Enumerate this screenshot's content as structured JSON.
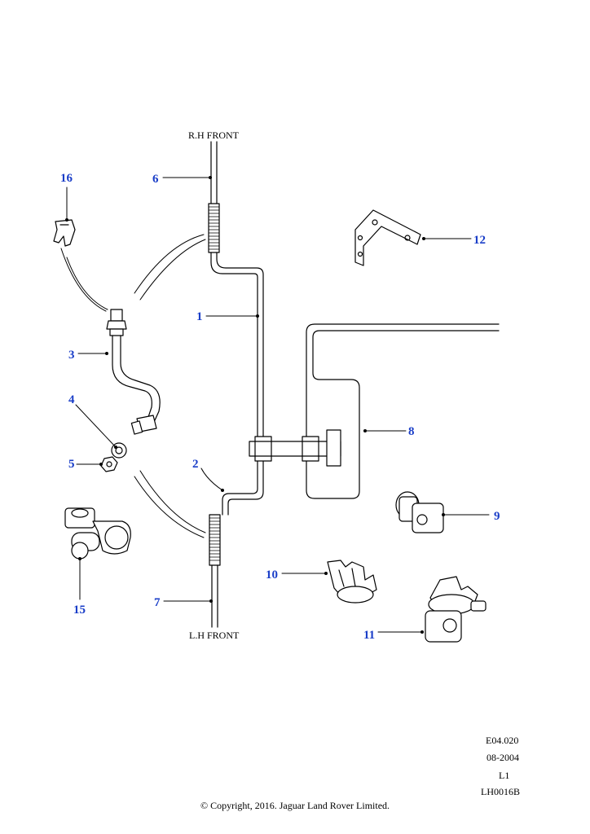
{
  "labels": {
    "rh_front": "R.H FRONT",
    "lh_front": "L.H FRONT"
  },
  "callouts": [
    {
      "id": "1",
      "text": "1"
    },
    {
      "id": "2",
      "text": "2"
    },
    {
      "id": "3",
      "text": "3"
    },
    {
      "id": "4",
      "text": "4"
    },
    {
      "id": "5",
      "text": "5"
    },
    {
      "id": "6",
      "text": "6"
    },
    {
      "id": "7",
      "text": "7"
    },
    {
      "id": "8",
      "text": "8"
    },
    {
      "id": "9",
      "text": "9"
    },
    {
      "id": "10",
      "text": "10"
    },
    {
      "id": "11",
      "text": "11"
    },
    {
      "id": "12",
      "text": "12"
    },
    {
      "id": "15",
      "text": "15"
    },
    {
      "id": "16",
      "text": "16"
    }
  ],
  "meta": {
    "code": "E04.020",
    "date": "08-2004",
    "level": "L1",
    "ref": "LH0016B"
  },
  "copyright": "© Copyright, 2016. Jaguar Land Rover Limited.",
  "colors": {
    "callout": "#1a3ec8",
    "line": "#000000"
  }
}
